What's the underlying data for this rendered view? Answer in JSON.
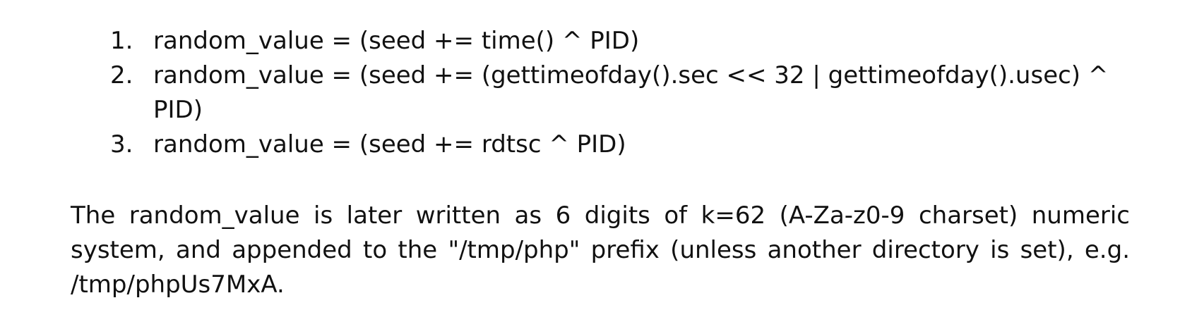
{
  "list": {
    "items": [
      {
        "number": "1.",
        "text": "random_value = (seed += time() ^ PID)"
      },
      {
        "number": "2.",
        "text": "random_value = (seed += (gettimeofday().sec << 32 | gettimeofday().usec) ^ PID)"
      },
      {
        "number": "3.",
        "text": "random_value = (seed += rdtsc ^ PID)"
      }
    ]
  },
  "paragraph": {
    "text": "The random_value is later written as 6 digits of k=62 (A-Za-z0-9 charset) numeric system, and appended to the \"/tmp/php\" prefix (unless another directory is set), e.g. /tmp/phpUs7MxA."
  }
}
